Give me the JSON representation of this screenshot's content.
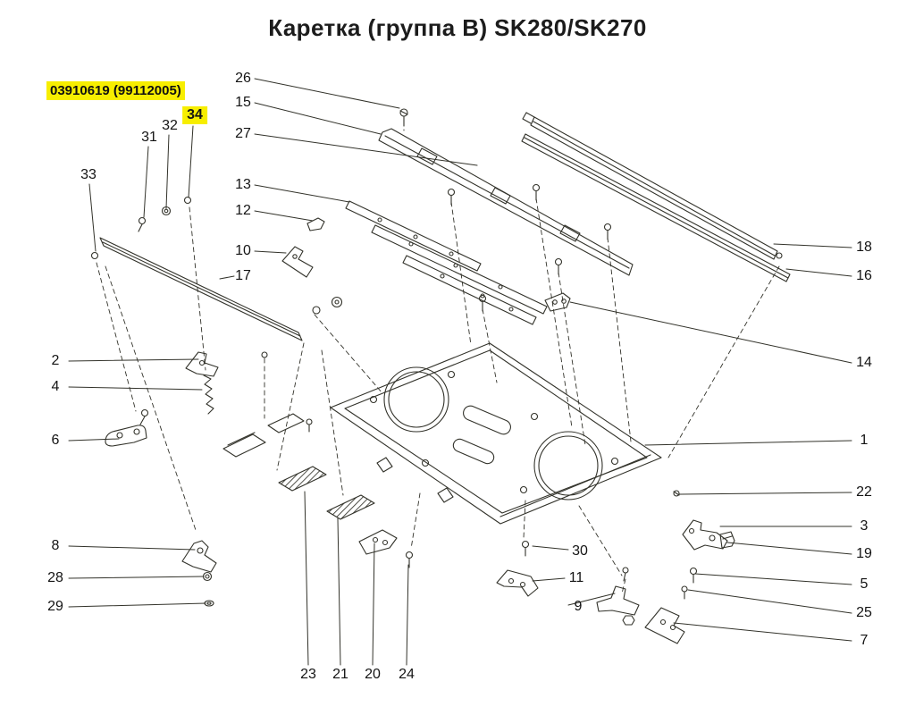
{
  "title": "Каретка (группа B) SK280/SK270",
  "highlight": {
    "color": "#f7ee00",
    "part_code": "03910619 (99112005)",
    "highlighted_callout": "34"
  },
  "callouts": [
    {
      "label": "26"
    },
    {
      "label": "15"
    },
    {
      "label": "27"
    },
    {
      "label": "13"
    },
    {
      "label": "12"
    },
    {
      "label": "10"
    },
    {
      "label": "17"
    },
    {
      "label": "33"
    },
    {
      "label": "31"
    },
    {
      "label": "32"
    },
    {
      "label": "34"
    },
    {
      "label": "2"
    },
    {
      "label": "4"
    },
    {
      "label": "6"
    },
    {
      "label": "8"
    },
    {
      "label": "28"
    },
    {
      "label": "29"
    },
    {
      "label": "23"
    },
    {
      "label": "21"
    },
    {
      "label": "20"
    },
    {
      "label": "24"
    },
    {
      "label": "30"
    },
    {
      "label": "11"
    },
    {
      "label": "9"
    },
    {
      "label": "18"
    },
    {
      "label": "16"
    },
    {
      "label": "14"
    },
    {
      "label": "1"
    },
    {
      "label": "22"
    },
    {
      "label": "3"
    },
    {
      "label": "19"
    },
    {
      "label": "5"
    },
    {
      "label": "25"
    },
    {
      "label": "7"
    }
  ]
}
